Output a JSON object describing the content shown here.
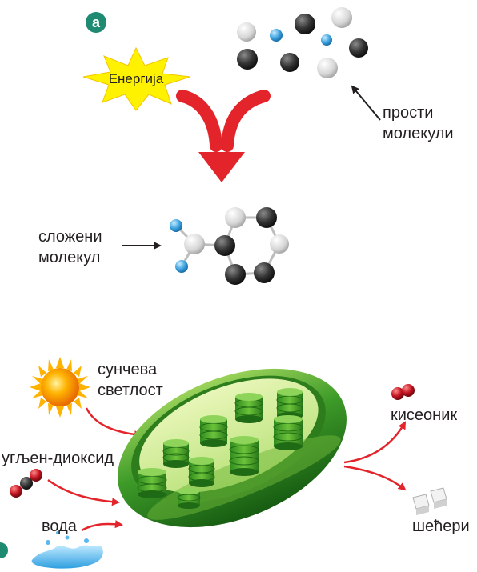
{
  "panel_a": {
    "badge": "a",
    "energy_label": "Енергија",
    "simple_molecules_label": [
      "прости",
      "молекули"
    ],
    "complex_molecule_label": [
      "сложени",
      "молекул"
    ]
  },
  "panel_b": {
    "sunlight_label": [
      "сунчева",
      "светлост"
    ],
    "co2_label": "угљен-диоксид",
    "water_label": "вода",
    "oxygen_label": "кисеоник",
    "sugars_label": "шећери"
  },
  "colors": {
    "badge": "#1e8a72",
    "arrow_red": "#e3242b",
    "star_yellow": "#fff200",
    "atom_dark": "#3b3b3b",
    "atom_light": "#dcdcdc",
    "atom_blue": "#4aa8e0",
    "chloroplast_green": "#3f9b2a",
    "oxygen_red": "#c1121f"
  }
}
